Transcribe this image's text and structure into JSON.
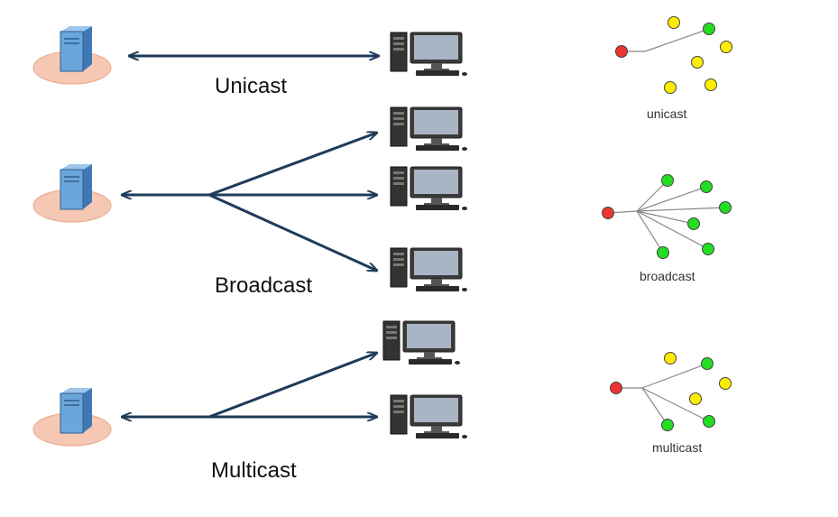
{
  "diagrams": [
    {
      "label": "Unicast",
      "legend": "unicast"
    },
    {
      "label": "Broadcast",
      "legend": "broadcast"
    },
    {
      "label": "Multicast",
      "legend": "multicast"
    }
  ],
  "icons": {
    "server": "server-icon",
    "computer": "computer-icon"
  },
  "colors": {
    "arrow": "#1f3b5a",
    "disc": "#f6c8b4",
    "server_body": "#6aa6da",
    "sender_node": "#ee3333",
    "receiving_node": "#22dd22",
    "idle_node": "#ffee00",
    "tree_line": "#888888"
  }
}
